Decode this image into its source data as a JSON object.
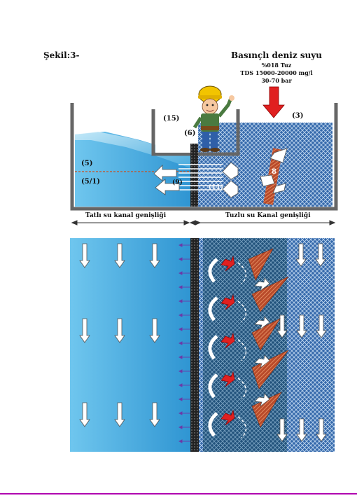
{
  "figure_label": "Şekil:3-",
  "pressure": {
    "title": "Basınçlı deniz suyu",
    "line1": "%018 Tuz",
    "line2": "TDS 15000-20000 mg/l",
    "line3": "30-70 bar"
  },
  "labels": {
    "l15": "(15)",
    "l6": "(6)",
    "l3": "(3)",
    "l5": "(5)",
    "l51": "(5/1)",
    "l9": "(9)",
    "l11": "(11)",
    "l8": "8"
  },
  "widths": {
    "fresh": "Tatlı su kanal genişliği",
    "salt": "Tuzlu su Kanal genişliği"
  },
  "colors": {
    "fresh_water": "#5ab8e6",
    "salt_water": "#3a6fb0",
    "red_arrow": "#e02020",
    "hatch": "#c86a3a",
    "membrane": "#333333"
  }
}
